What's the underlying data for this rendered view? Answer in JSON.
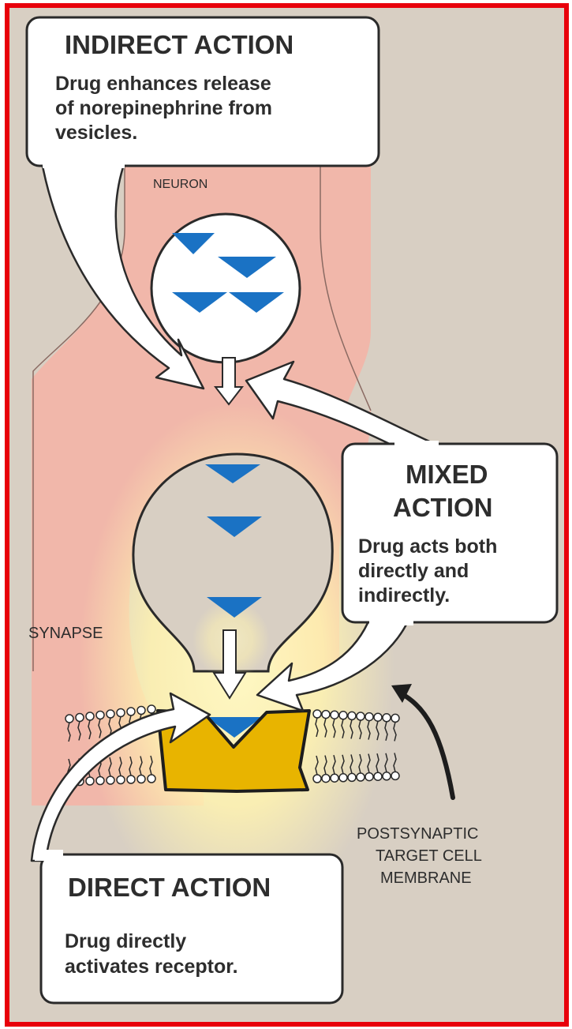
{
  "labels": {
    "neuron": "NEURON",
    "synapse": "SYNAPSE",
    "postsynaptic": [
      "POSTSYNAPTIC",
      "TARGET CELL",
      "MEMBRANE"
    ]
  },
  "callouts": {
    "indirect": {
      "title": "INDIRECT ACTION",
      "lines": [
        "Drug enhances release",
        "of norepinephrine from",
        "vesicles."
      ]
    },
    "mixed": {
      "title_lines": [
        "MIXED",
        "ACTION"
      ],
      "lines": [
        "Drug acts both",
        "directly and",
        "indirectly."
      ]
    },
    "direct": {
      "title": "DIRECT ACTION",
      "lines": [
        "Drug directly",
        "activates receptor."
      ]
    }
  },
  "colors": {
    "frame": "#e8000b",
    "background": "#d8cfc3",
    "neuron": "#f1b7aa",
    "synapse_glow": "#fff6b0",
    "neurotransmitter": "#1a72c4",
    "receptor": "#e8b400",
    "callout_fill": "#ffffff",
    "outline": "#2a2a2a"
  }
}
